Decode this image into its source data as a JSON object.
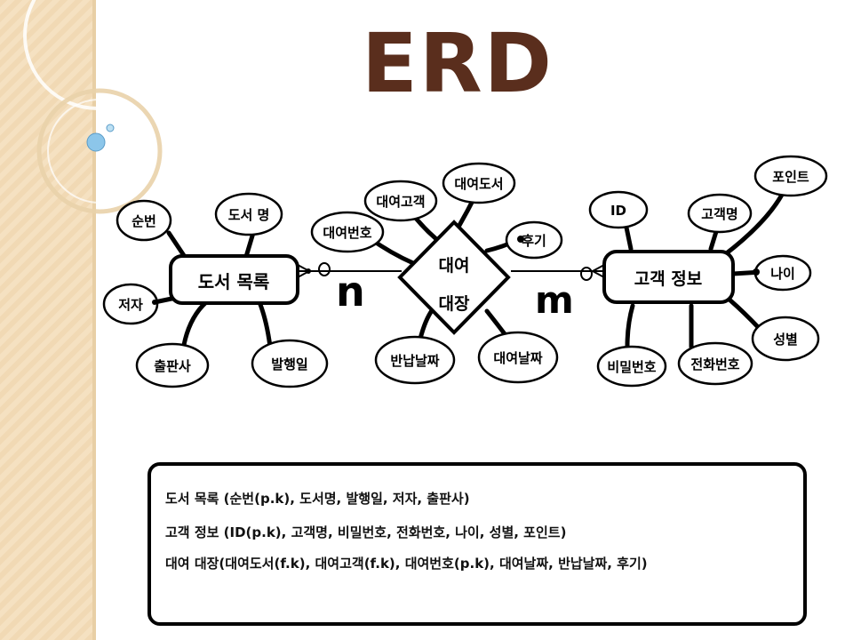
{
  "title": "ERD",
  "entities": [
    {
      "id": "book",
      "label": "도서 목록"
    },
    {
      "id": "customer",
      "label": "고객 정보"
    }
  ],
  "relationship": {
    "line1": "대여",
    "line2": "대장"
  },
  "cardinality": {
    "left": "n",
    "right": "m"
  },
  "attributes": {
    "book": [
      "순번",
      "도서 명",
      "저자",
      "출판사",
      "발행일"
    ],
    "rental": [
      "대여번호",
      "대여고객",
      "대여도서",
      "후기",
      "반납날짜",
      "대여날짜"
    ],
    "customer": [
      "ID",
      "고객명",
      "포인트",
      "나이",
      "성별",
      "전화번호",
      "비밀번호"
    ]
  },
  "schema": [
    "도서 목록 (순번(p.k), 도서명, 발행일, 저자, 출판사)",
    "고객 정보 (ID(p.k), 고객명, 비밀번호, 전화번호, 나이, 성별, 포인트)",
    "대여 대장(대여도서(f.k), 대여고객(f.k), 대여번호(p.k), 대여날짜, 반납날짜, 후기)"
  ],
  "colors": {
    "title": "#5a2e1d",
    "sidebar": "#f1d9b4",
    "stroke": "#000000",
    "bubble": "#8cc6ea"
  }
}
